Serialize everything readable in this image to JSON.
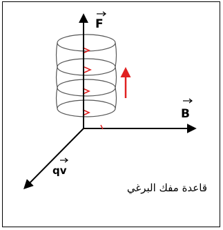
{
  "labels": {
    "force": "F",
    "field": "B",
    "charge_velocity": "qv"
  },
  "caption": "قاعدة مفك البرغي",
  "colors": {
    "axes": "#000000",
    "helix": "#555555",
    "arrows_red": "#e02020"
  }
}
